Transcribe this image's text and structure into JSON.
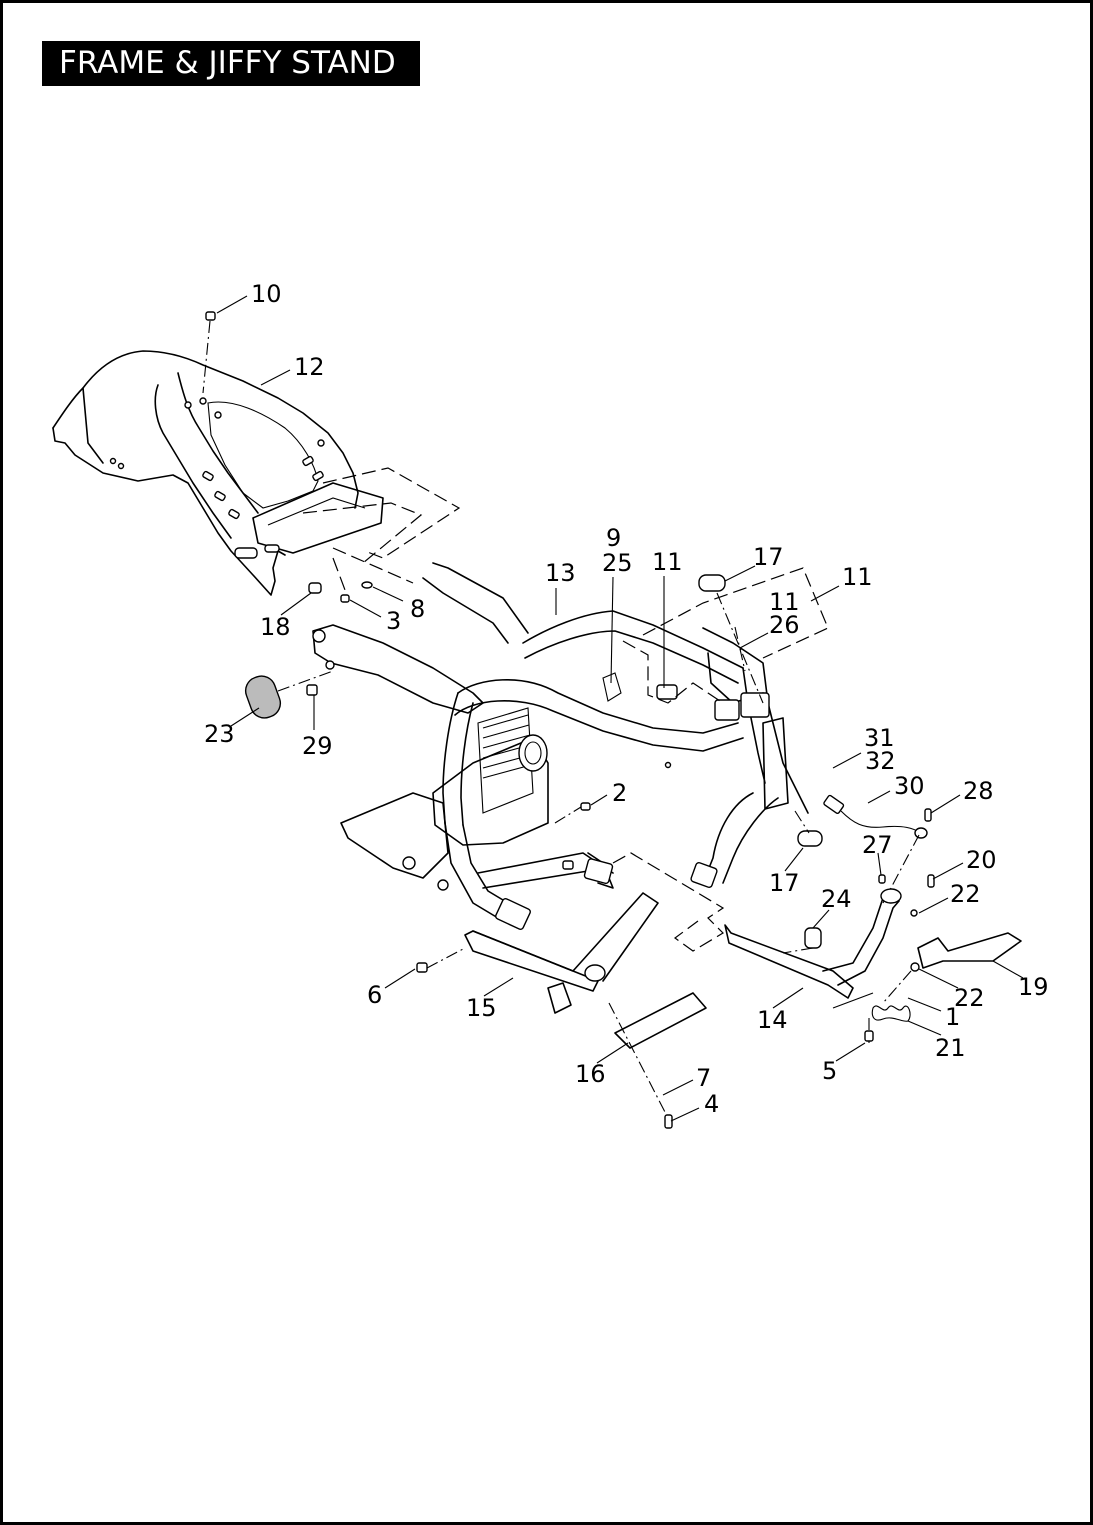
{
  "title": "FRAME & JIFFY STAND",
  "callouts": [
    {
      "id": "c10",
      "text": "10"
    },
    {
      "id": "c12",
      "text": "12"
    },
    {
      "id": "c9",
      "text": "9"
    },
    {
      "id": "c25",
      "text": "25"
    },
    {
      "id": "c11a",
      "text": "11"
    },
    {
      "id": "c17a",
      "text": "17"
    },
    {
      "id": "c13",
      "text": "13"
    },
    {
      "id": "c11b",
      "text": "11"
    },
    {
      "id": "c11c",
      "text": "11"
    },
    {
      "id": "c26",
      "text": "26"
    },
    {
      "id": "c8",
      "text": "8"
    },
    {
      "id": "c3",
      "text": "3"
    },
    {
      "id": "c18",
      "text": "18"
    },
    {
      "id": "c23",
      "text": "23"
    },
    {
      "id": "c29",
      "text": "29"
    },
    {
      "id": "c31",
      "text": "31"
    },
    {
      "id": "c32",
      "text": "32"
    },
    {
      "id": "c30",
      "text": "30"
    },
    {
      "id": "c28",
      "text": "28"
    },
    {
      "id": "c2",
      "text": "2"
    },
    {
      "id": "c27",
      "text": "27"
    },
    {
      "id": "c20",
      "text": "20"
    },
    {
      "id": "c17b",
      "text": "17"
    },
    {
      "id": "c24",
      "text": "24"
    },
    {
      "id": "c22a",
      "text": "22"
    },
    {
      "id": "c6",
      "text": "6"
    },
    {
      "id": "c15",
      "text": "15"
    },
    {
      "id": "c19",
      "text": "19"
    },
    {
      "id": "c22b",
      "text": "22"
    },
    {
      "id": "c14",
      "text": "14"
    },
    {
      "id": "c1",
      "text": "1"
    },
    {
      "id": "c21",
      "text": "21"
    },
    {
      "id": "c16",
      "text": "16"
    },
    {
      "id": "c7",
      "text": "7"
    },
    {
      "id": "c5",
      "text": "5"
    },
    {
      "id": "c4",
      "text": "4"
    }
  ]
}
